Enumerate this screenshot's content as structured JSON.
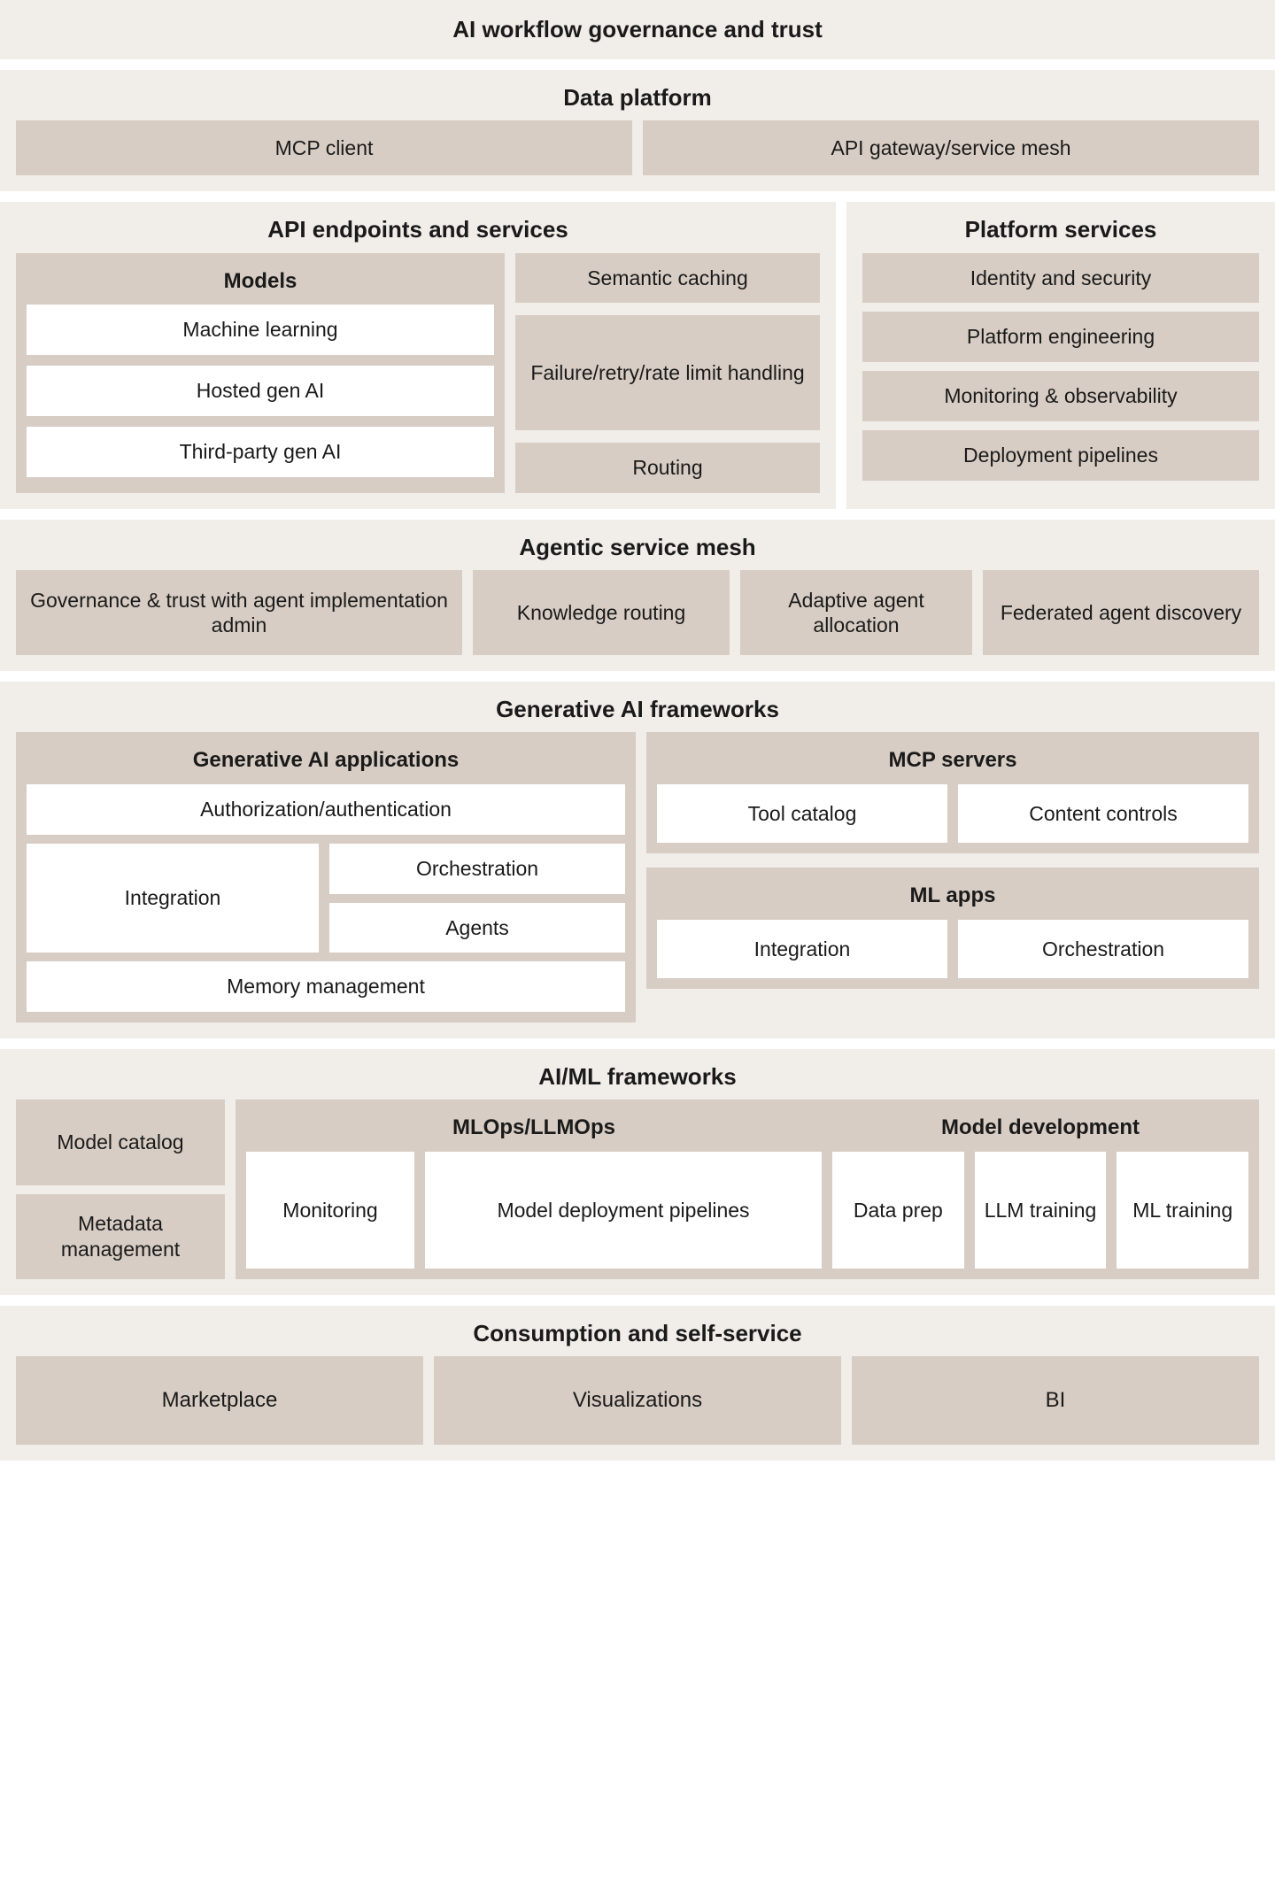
{
  "header": {
    "title": "AI workflow governance and trust"
  },
  "data_platform": {
    "title": "Data platform",
    "items": [
      {
        "label": "MCP client"
      },
      {
        "label": "API gateway/service mesh"
      }
    ]
  },
  "api_services": {
    "title": "API endpoints and services",
    "models": {
      "title": "Models",
      "items": [
        {
          "label": "Machine learning"
        },
        {
          "label": "Hosted gen AI"
        },
        {
          "label": "Third-party gen AI"
        }
      ]
    },
    "services": [
      {
        "label": "Semantic caching"
      },
      {
        "label": "Failure/retry/rate limit handling"
      },
      {
        "label": "Routing"
      }
    ]
  },
  "platform_services": {
    "title": "Platform services",
    "items": [
      {
        "label": "Identity and security"
      },
      {
        "label": "Platform engineering"
      },
      {
        "label": "Monitoring & observability"
      },
      {
        "label": "Deployment pipelines"
      }
    ]
  },
  "agentic_service_mesh": {
    "title": "Agentic service mesh",
    "items": [
      {
        "label": "Governance & trust with agent implementation admin"
      },
      {
        "label": "Knowledge routing"
      },
      {
        "label": "Adaptive agent allocation"
      },
      {
        "label": "Federated agent discovery"
      }
    ]
  },
  "genai_frameworks": {
    "title": "Generative AI frameworks",
    "applications": {
      "title": "Generative AI applications",
      "auth": {
        "label": "Authorization/authentication"
      },
      "integration": {
        "label": "Integration"
      },
      "orchestration": {
        "label": "Orchestration"
      },
      "agents": {
        "label": "Agents"
      },
      "memory": {
        "label": "Memory management"
      }
    },
    "mcp_servers": {
      "title": "MCP servers",
      "items": [
        {
          "label": "Tool catalog"
        },
        {
          "label": "Content controls"
        }
      ]
    },
    "ml_apps": {
      "title": "ML apps",
      "items": [
        {
          "label": "Integration"
        },
        {
          "label": "Orchestration"
        }
      ]
    }
  },
  "aiml_frameworks": {
    "title": "AI/ML frameworks",
    "side": [
      {
        "label": "Model catalog"
      },
      {
        "label": "Metadata management"
      }
    ],
    "mlops": {
      "title": "MLOps/LLMOps",
      "items": [
        {
          "label": "Monitoring"
        },
        {
          "label": "Model deployment pipelines"
        }
      ]
    },
    "model_development": {
      "title": "Model development",
      "items": [
        {
          "label": "Data prep"
        },
        {
          "label": "LLM training"
        },
        {
          "label": "ML training"
        }
      ]
    }
  },
  "consumption": {
    "title": "Consumption and self-service",
    "items": [
      {
        "label": "Marketplace"
      },
      {
        "label": "Visualizations"
      },
      {
        "label": "BI"
      }
    ]
  },
  "colors": {
    "band_bg": "#f1ede9",
    "group_bg": "#d7cdc4",
    "chip_white": "#ffffff",
    "text": "#1a1a1a"
  }
}
